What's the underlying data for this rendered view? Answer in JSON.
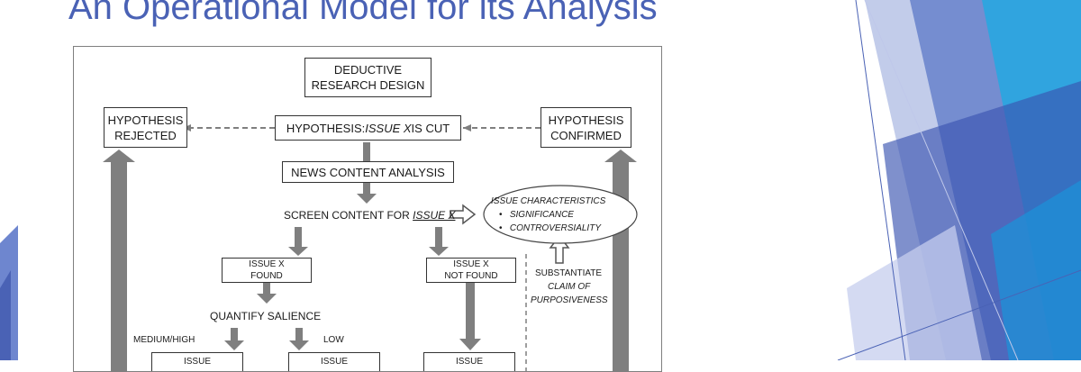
{
  "slide": {
    "title": "An Operational Model for its Analysis"
  },
  "diagram": {
    "deductive_box": "DEDUCTIVE\nRESEARCH DESIGN",
    "hypothesis_rejected": "HYPOTHESIS\nREJECTED",
    "hypothesis_main_prefix": "HYPOTHESIS: ",
    "hypothesis_main_issue": "ISSUE X",
    "hypothesis_main_suffix": " IS CUT",
    "hypothesis_confirmed": "HYPOTHESIS\nCONFIRMED",
    "news_content": "NEWS CONTENT ANALYSIS",
    "screen_prefix": "SCREEN CONTENT FOR ",
    "screen_issue": "ISSUE X",
    "issue_characteristics": {
      "title": "ISSUE CHARACTERISTICS",
      "bullet_1": "SIGNIFICANCE",
      "bullet_2": "CONTROVERSIALITY",
      "bullet_char": "•"
    },
    "issue_found": "ISSUE X\nFOUND",
    "issue_not_found": "ISSUE X\nNOT FOUND",
    "substantiate_line1": "SUBSTANTIATE",
    "substantiate_line2": "CLAIM OF",
    "substantiate_line3": "PURPOSIVENESS",
    "quantify_salience": "QUANTIFY SALIENCE",
    "medium_high": "MEDIUM/HIGH",
    "low": "LOW",
    "partial_box_1": "ISSUE",
    "partial_box_2": "ISSUE",
    "partial_box_3": "ISSUE"
  },
  "colors": {
    "title": "#4a62b5",
    "arrow": "#7f7f7f"
  }
}
